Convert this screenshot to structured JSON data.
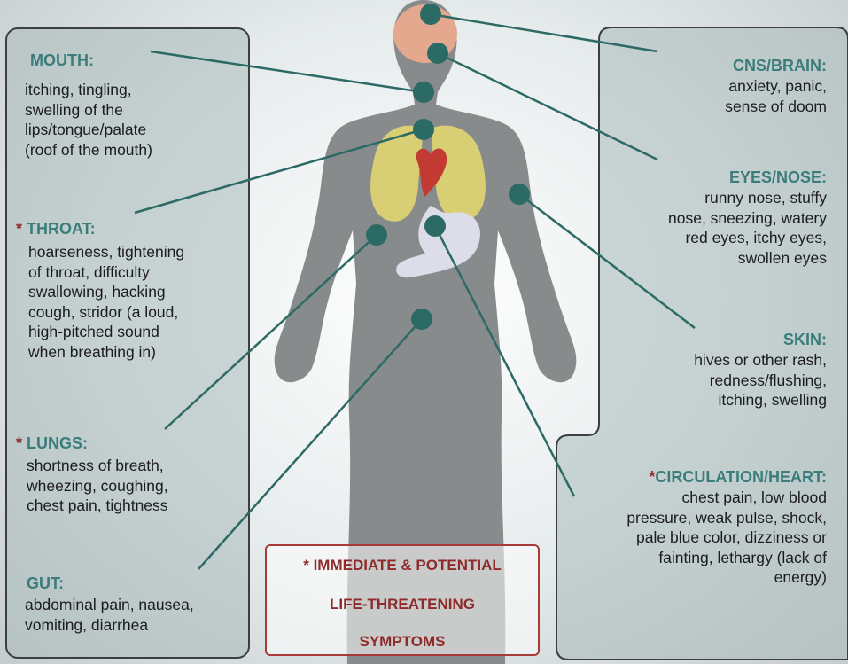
{
  "colors": {
    "teal": "#2c6a66",
    "title": "#3a7d7b",
    "star": "#8f2b2b",
    "body": "#888b8b",
    "panel": "#aab9ba"
  },
  "mouth": {
    "title": "MOUTH:",
    "lines": [
      "itching, tingling,",
      "swelling of the",
      "lips/tongue/palate",
      "(roof of the mouth)"
    ]
  },
  "throat": {
    "star": "* ",
    "title": "THROAT:",
    "lines": [
      "hoarseness, tightening",
      "of throat, difficulty",
      "swallowing, hacking",
      "cough, stridor (a loud,",
      "high-pitched sound",
      "when breathing in)"
    ]
  },
  "lungs": {
    "star": "* ",
    "title": "LUNGS:",
    "lines": [
      "shortness of breath,",
      "wheezing, coughing,",
      "chest pain, tightness"
    ]
  },
  "gut": {
    "title": "GUT:",
    "lines": [
      "abdominal pain, nausea,",
      "vomiting, diarrhea"
    ]
  },
  "cns": {
    "title": "CNS/BRAIN:",
    "lines": [
      "anxiety, panic,",
      "sense of doom"
    ]
  },
  "eyes": {
    "title": "EYES/NOSE:",
    "lines": [
      "runny nose, stuffy",
      "nose, sneezing, watery",
      "red eyes, itchy eyes,",
      "swollen eyes"
    ]
  },
  "skin": {
    "title": "SKIN:",
    "lines": [
      "hives or other rash,",
      "redness/flushing,",
      "itching, swelling"
    ]
  },
  "circ": {
    "star": "*",
    "title": "CIRCULATION/HEART:",
    "lines": [
      "chest pain, low blood",
      "pressure, weak pulse, shock,",
      "pale blue color, dizziness or",
      "fainting, lethargy (lack of",
      "energy)"
    ]
  },
  "legend": {
    "lines": [
      "* IMMEDIATE & POTENTIAL",
      "LIFE-THREATENING",
      "SYMPTOMS"
    ]
  }
}
